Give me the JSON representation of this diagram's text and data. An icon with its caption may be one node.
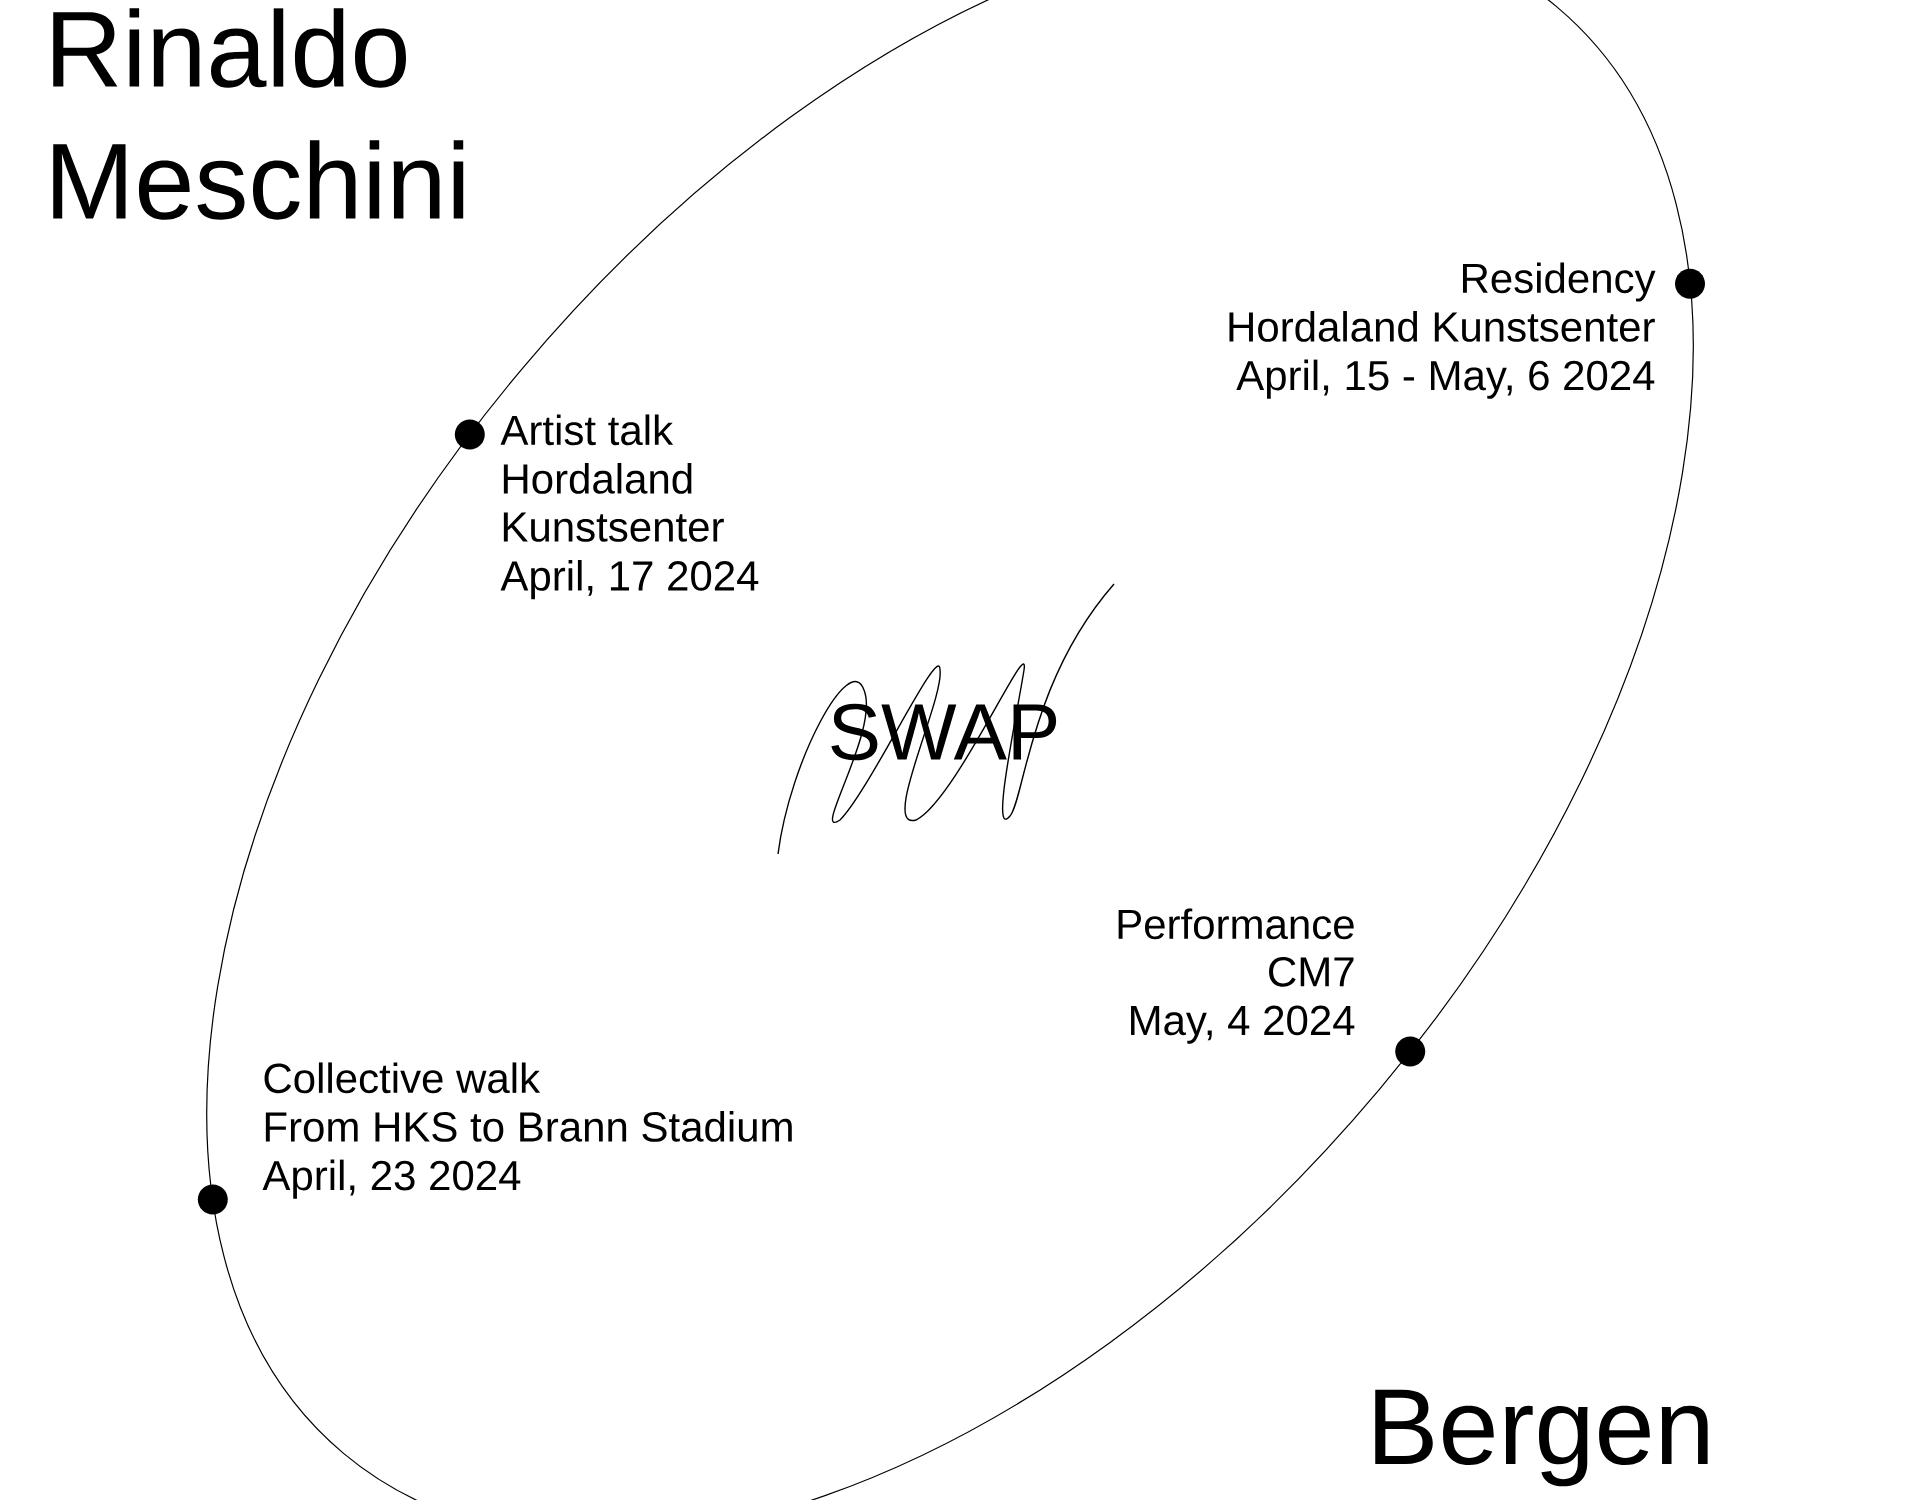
{
  "diagram": {
    "nodes": [
      {
        "text": [],
        "shape": "circle",
        "beside": [
          "Residency",
          "Hordaland Kunstsenter",
          "April, 15 - May, 6 2024"
        ]
      },
      {
        "text": [],
        "shape": "circle",
        "beside": [
          "Artist talk",
          "Hordaland Kunstsenter",
          "April, 17 2024"
        ]
      },
      {
        "text": [],
        "shape": "circle",
        "beside": [
          "Performance",
          "CM7",
          "May, 4 2024"
        ]
      },
      {
        "text": [],
        "shape": "circle",
        "beside": [
          "Collective walk",
          "From HKS to Brann Stadium",
          "April, 23 2024"
        ]
      }
    ],
    "labels": [
      "Rinaldo",
      "Meschini",
      "SWAP",
      "Bergen"
    ]
  }
}
